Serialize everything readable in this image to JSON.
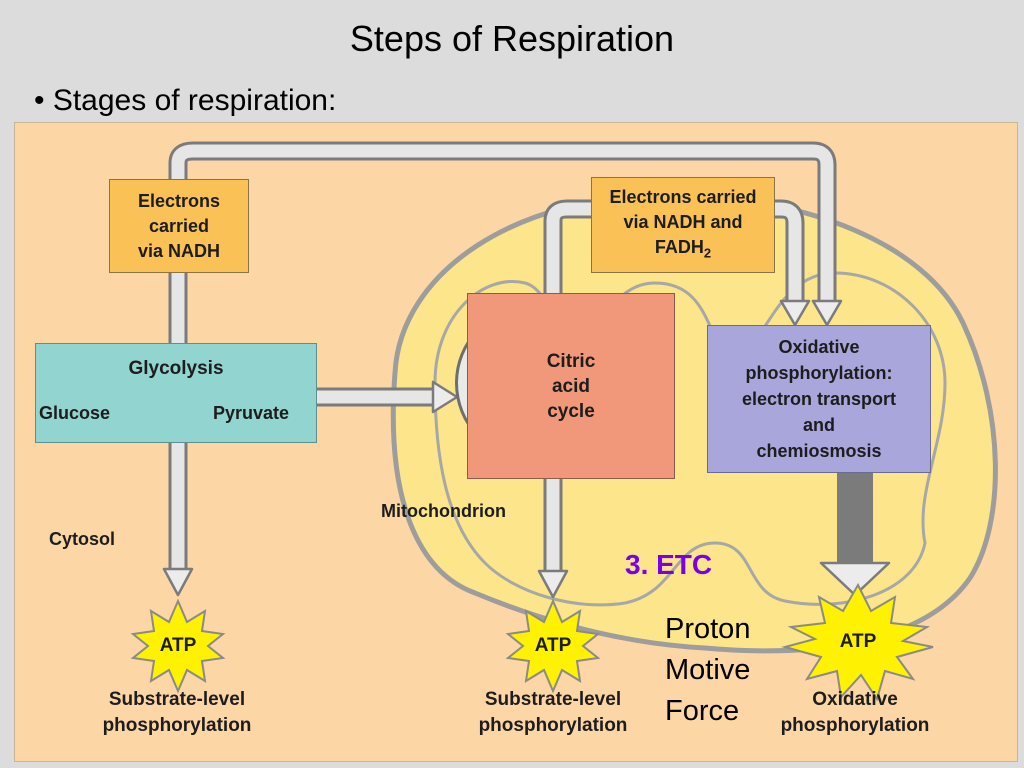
{
  "slide": {
    "title": "Steps of Respiration",
    "bullet": "• Stages of respiration:"
  },
  "diagram": {
    "nadh_box": [
      "Electrons",
      "carried",
      "via NADH"
    ],
    "nadh_fadh_box": {
      "line1": "Electrons carried",
      "line2": "via NADH and",
      "line3": "FADH",
      "sub": "2"
    },
    "glycolysis": {
      "title": "Glycolysis",
      "glucose": "Glucose",
      "pyruvate": "Pyruvate"
    },
    "citric": [
      "Citric",
      "acid",
      "cycle"
    ],
    "oxidative_box": [
      "Oxidative",
      "phosphorylation:",
      "electron transport",
      "and",
      "chemiosmosis"
    ],
    "mitochondrion_label": "Mitochondrion",
    "cytosol_label": "Cytosol",
    "atp_label": "ATP",
    "caption_substrate": [
      "Substrate-level",
      "phosphorylation"
    ],
    "caption_oxidative": [
      "Oxidative",
      "phosphorylation"
    ],
    "etc_label": "3. ETC",
    "pmf_label": [
      "Proton",
      "Motive",
      "Force"
    ]
  },
  "colors": {
    "background": "#fdd6a6",
    "mitochondrion": "#fce58a",
    "electron_box": "#f9c156",
    "glycolysis_box": "#92d5d0",
    "citric_box": "#f2987a",
    "oxidative_box": "#a9a6dc",
    "atp_burst": "#fff200",
    "etc_label": "#7a00e6"
  }
}
